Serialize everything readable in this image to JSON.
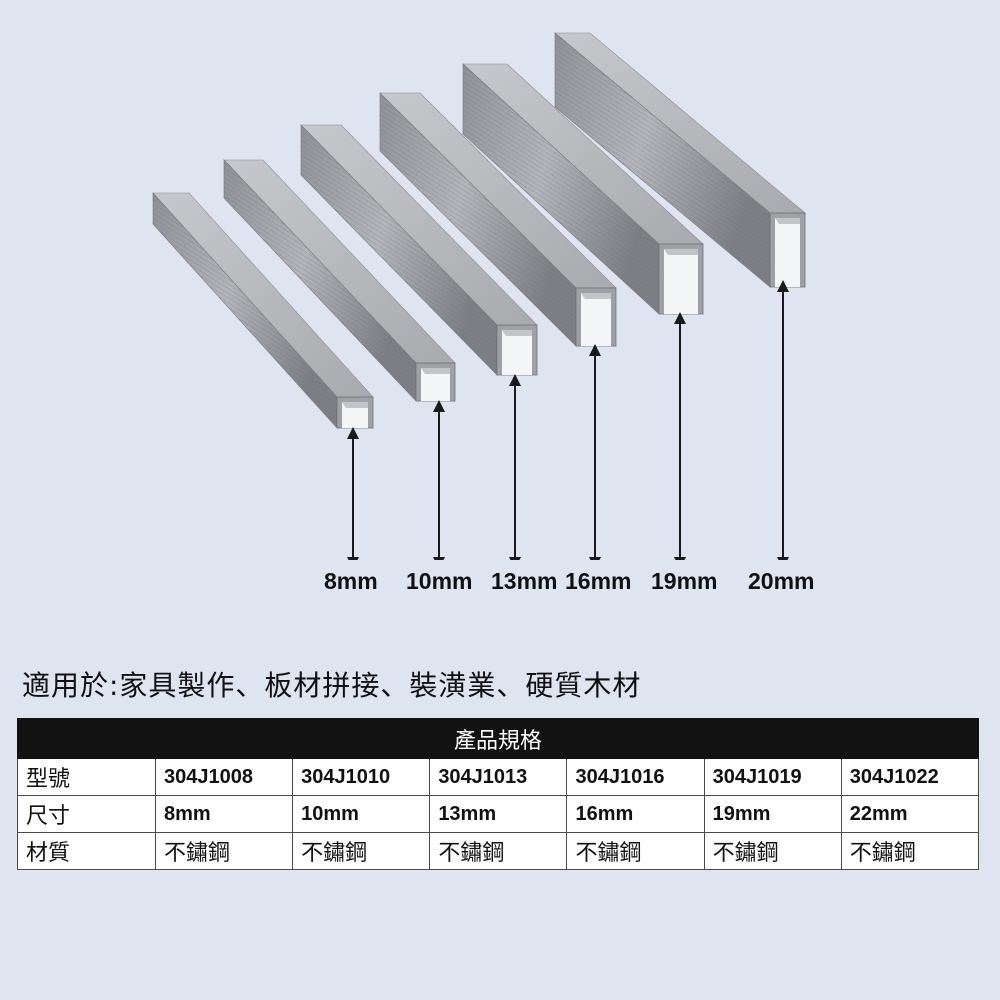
{
  "sizes": [
    "8mm",
    "10mm",
    "13mm",
    "16mm",
    "19mm",
    "20mm"
  ],
  "usage_text": "適用於:家具製作、板材拼接、裝潢業、硬質木材",
  "spec_table": {
    "title": "產品規格",
    "rows": [
      {
        "label": "型號",
        "values": [
          "304J1008",
          "304J1010",
          "304J1013",
          "304J1016",
          "304J1019",
          "304J1022"
        ]
      },
      {
        "label": "尺寸",
        "values": [
          "8mm",
          "10mm",
          "13mm",
          "16mm",
          "19mm",
          "22mm"
        ]
      },
      {
        "label": "材質",
        "values": [
          "不鏽鋼",
          "不鏽鋼",
          "不鏽鋼",
          "不鏽鋼",
          "不鏽鋼",
          "不鏽鋼"
        ]
      }
    ]
  },
  "colors": {
    "background": "#dfe4f1",
    "staple_metal": "#9a9ca1",
    "table_header": "#121212"
  }
}
